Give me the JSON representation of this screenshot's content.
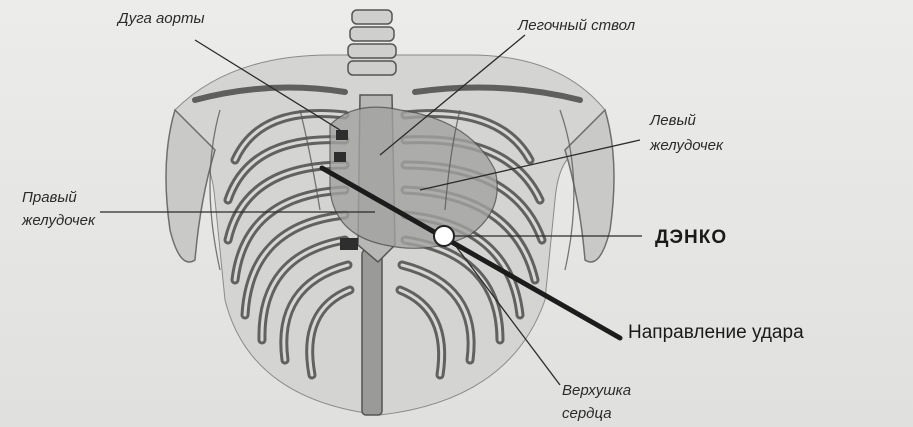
{
  "labels": {
    "aortic_arch": "Дуга аорты",
    "pulmonary_trunk": "Легочный ствол",
    "left_ventricle_line1": "Левый",
    "left_ventricle_line2": "желудочек",
    "right_ventricle_line1": "Правый",
    "right_ventricle_line2": "желудочек",
    "denko": "ДЭНКО",
    "strike_direction": "Направление удара",
    "apex_line1": "Верхушка",
    "apex_line2": "сердца"
  },
  "colors": {
    "background": "#e8e8e6",
    "ink": "#2b2b2b",
    "bone_fill": "#bdbdbb",
    "heart_fill": "#9f9f9d"
  }
}
